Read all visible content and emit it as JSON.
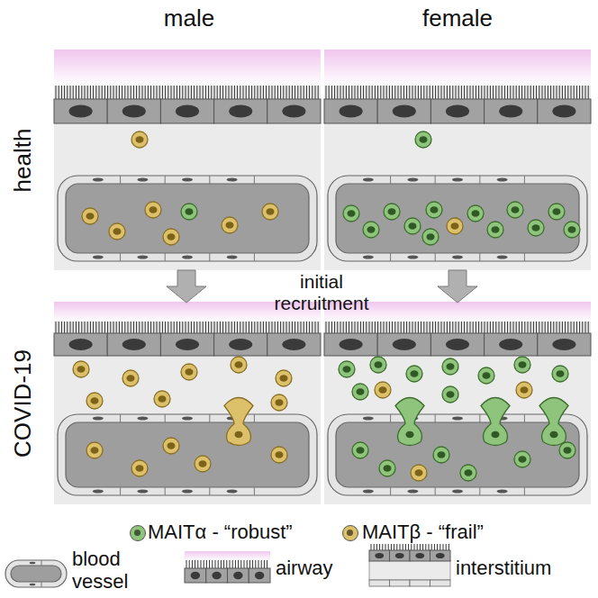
{
  "diagram": {
    "labels": [
      "male",
      "female",
      "health",
      "COVID-19",
      "initial recruitment"
    ],
    "legend": [
      {
        "text": "MAITα - “robust”",
        "color": "#8fc47c"
      },
      {
        "text": "MAITβ - “frail”",
        "color": "#dcc06a"
      },
      {
        "text": "blood vessel"
      },
      {
        "text": "airway"
      },
      {
        "text": "interstitium"
      }
    ]
  }
}
